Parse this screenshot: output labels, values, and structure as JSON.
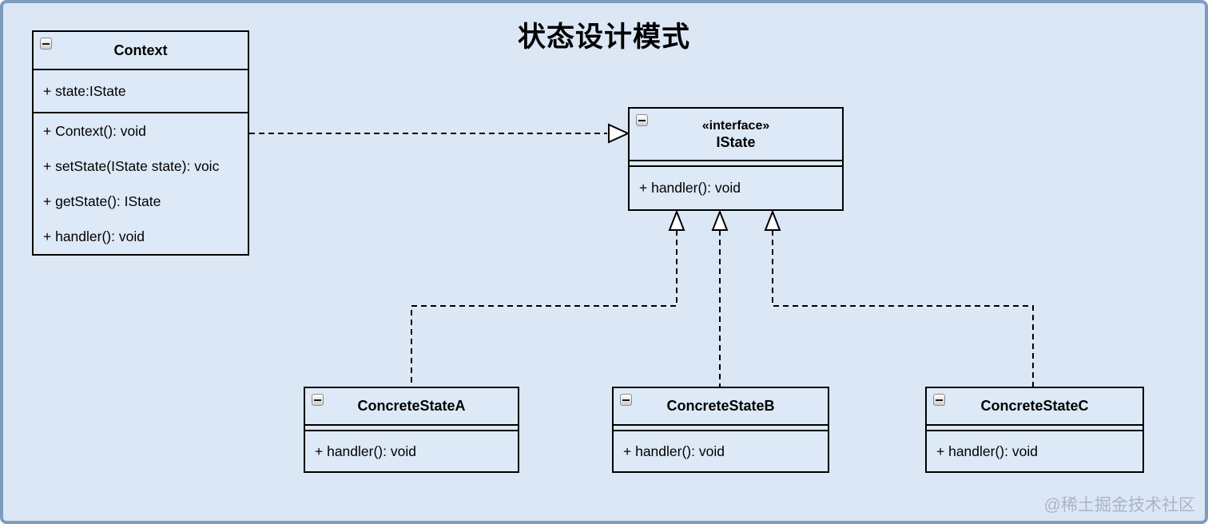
{
  "diagram": {
    "title": "状态设计模式",
    "watermark": "@稀土掘金技术社区"
  },
  "classes": {
    "context": {
      "name": "Context",
      "attributes": [
        "+ state:IState"
      ],
      "methods": [
        "+ Context(): void",
        "+ setState(IState state): voic",
        "+ getState(): IState",
        "+ handler(): void"
      ]
    },
    "istate": {
      "stereotype": "«interface»",
      "name": "IState",
      "methods": [
        "+ handler(): void"
      ]
    },
    "stateA": {
      "name": "ConcreteStateA",
      "methods": [
        "+ handler(): void"
      ]
    },
    "stateB": {
      "name": "ConcreteStateB",
      "methods": [
        "+ handler(): void"
      ]
    },
    "stateC": {
      "name": "ConcreteStateC",
      "methods": [
        "+ handler(): void"
      ]
    }
  },
  "relations": [
    {
      "from": "Context",
      "to": "IState",
      "type": "realization",
      "style": "dashed-hollow-triangle"
    },
    {
      "from": "ConcreteStateA",
      "to": "IState",
      "type": "realization",
      "style": "dashed-hollow-triangle"
    },
    {
      "from": "ConcreteStateB",
      "to": "IState",
      "type": "realization",
      "style": "dashed-hollow-triangle"
    },
    {
      "from": "ConcreteStateC",
      "to": "IState",
      "type": "realization",
      "style": "dashed-hollow-triangle"
    }
  ],
  "colors": {
    "background": "#dce7f6",
    "frame_border": "#7e9cc0",
    "box_fill": "#dde9f7",
    "box_border": "#000000",
    "text": "#000000",
    "watermark": "#7d88a1"
  }
}
